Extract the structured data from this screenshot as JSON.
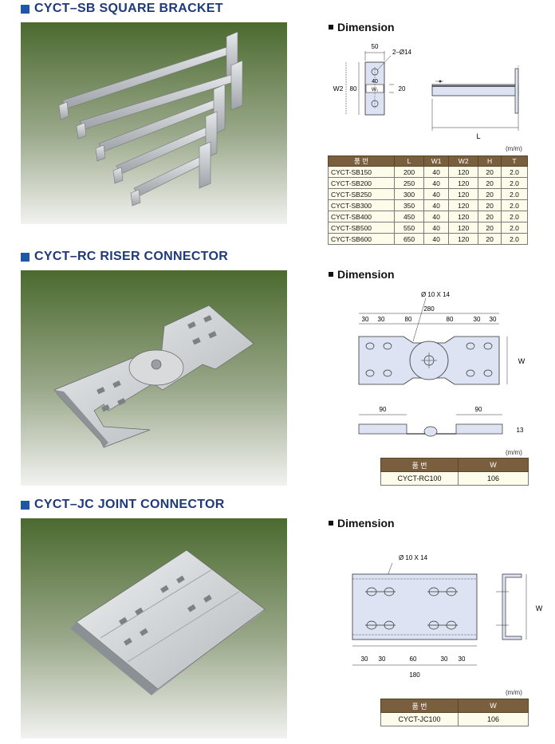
{
  "sections": [
    {
      "title": "CYCT–SB SQUARE BRACKET",
      "dimension_label": "Dimension",
      "drawing": {
        "top_width": "50",
        "hole_note": "2–Ø14",
        "inner_w1": "40",
        "w_label": "W₁",
        "w2_label": "W2",
        "height": "80",
        "flange": "20",
        "length_label": "L"
      },
      "unit": "(m/m)",
      "table": {
        "headers": [
          "품  번",
          "L",
          "W1",
          "W2",
          "H",
          "T"
        ],
        "rows": [
          [
            "CYCT-SB150",
            "200",
            "40",
            "120",
            "20",
            "2.0"
          ],
          [
            "CYCT-SB200",
            "250",
            "40",
            "120",
            "20",
            "2.0"
          ],
          [
            "CYCT-SB250",
            "300",
            "40",
            "120",
            "20",
            "2.0"
          ],
          [
            "CYCT-SB300",
            "350",
            "40",
            "120",
            "20",
            "2.0"
          ],
          [
            "CYCT-SB400",
            "450",
            "40",
            "120",
            "20",
            "2.0"
          ],
          [
            "CYCT-SB500",
            "550",
            "40",
            "120",
            "20",
            "2.0"
          ],
          [
            "CYCT-SB600",
            "650",
            "40",
            "120",
            "20",
            "2.0"
          ]
        ]
      }
    },
    {
      "title": "CYCT–RC RISER CONNECTOR",
      "dimension_label": "Dimension",
      "drawing": {
        "hole_note": "Ø 10 X 14",
        "total": "280",
        "d30a": "30",
        "d30b": "30",
        "d80a": "80",
        "d80b": "80",
        "d30c": "30",
        "d30d": "30",
        "w_label": "W",
        "side_left": "90",
        "side_right": "90",
        "side_height": "13"
      },
      "unit": "(m/m)",
      "table": {
        "headers": [
          "품  번",
          "W"
        ],
        "rows": [
          [
            "CYCT-RC100",
            "106"
          ]
        ]
      }
    },
    {
      "title": "CYCT–JC JOINT CONNECTOR",
      "dimension_label": "Dimension",
      "drawing": {
        "hole_note": "Ø 10 X 14",
        "d30a": "30",
        "d30b": "30",
        "d60": "60",
        "d30c": "30",
        "d30d": "30",
        "total": "180",
        "w_label": "W"
      },
      "unit": "(m/m)",
      "table": {
        "headers": [
          "품  번",
          "W"
        ],
        "rows": [
          [
            "CYCT-JC100",
            "106"
          ]
        ]
      }
    }
  ]
}
